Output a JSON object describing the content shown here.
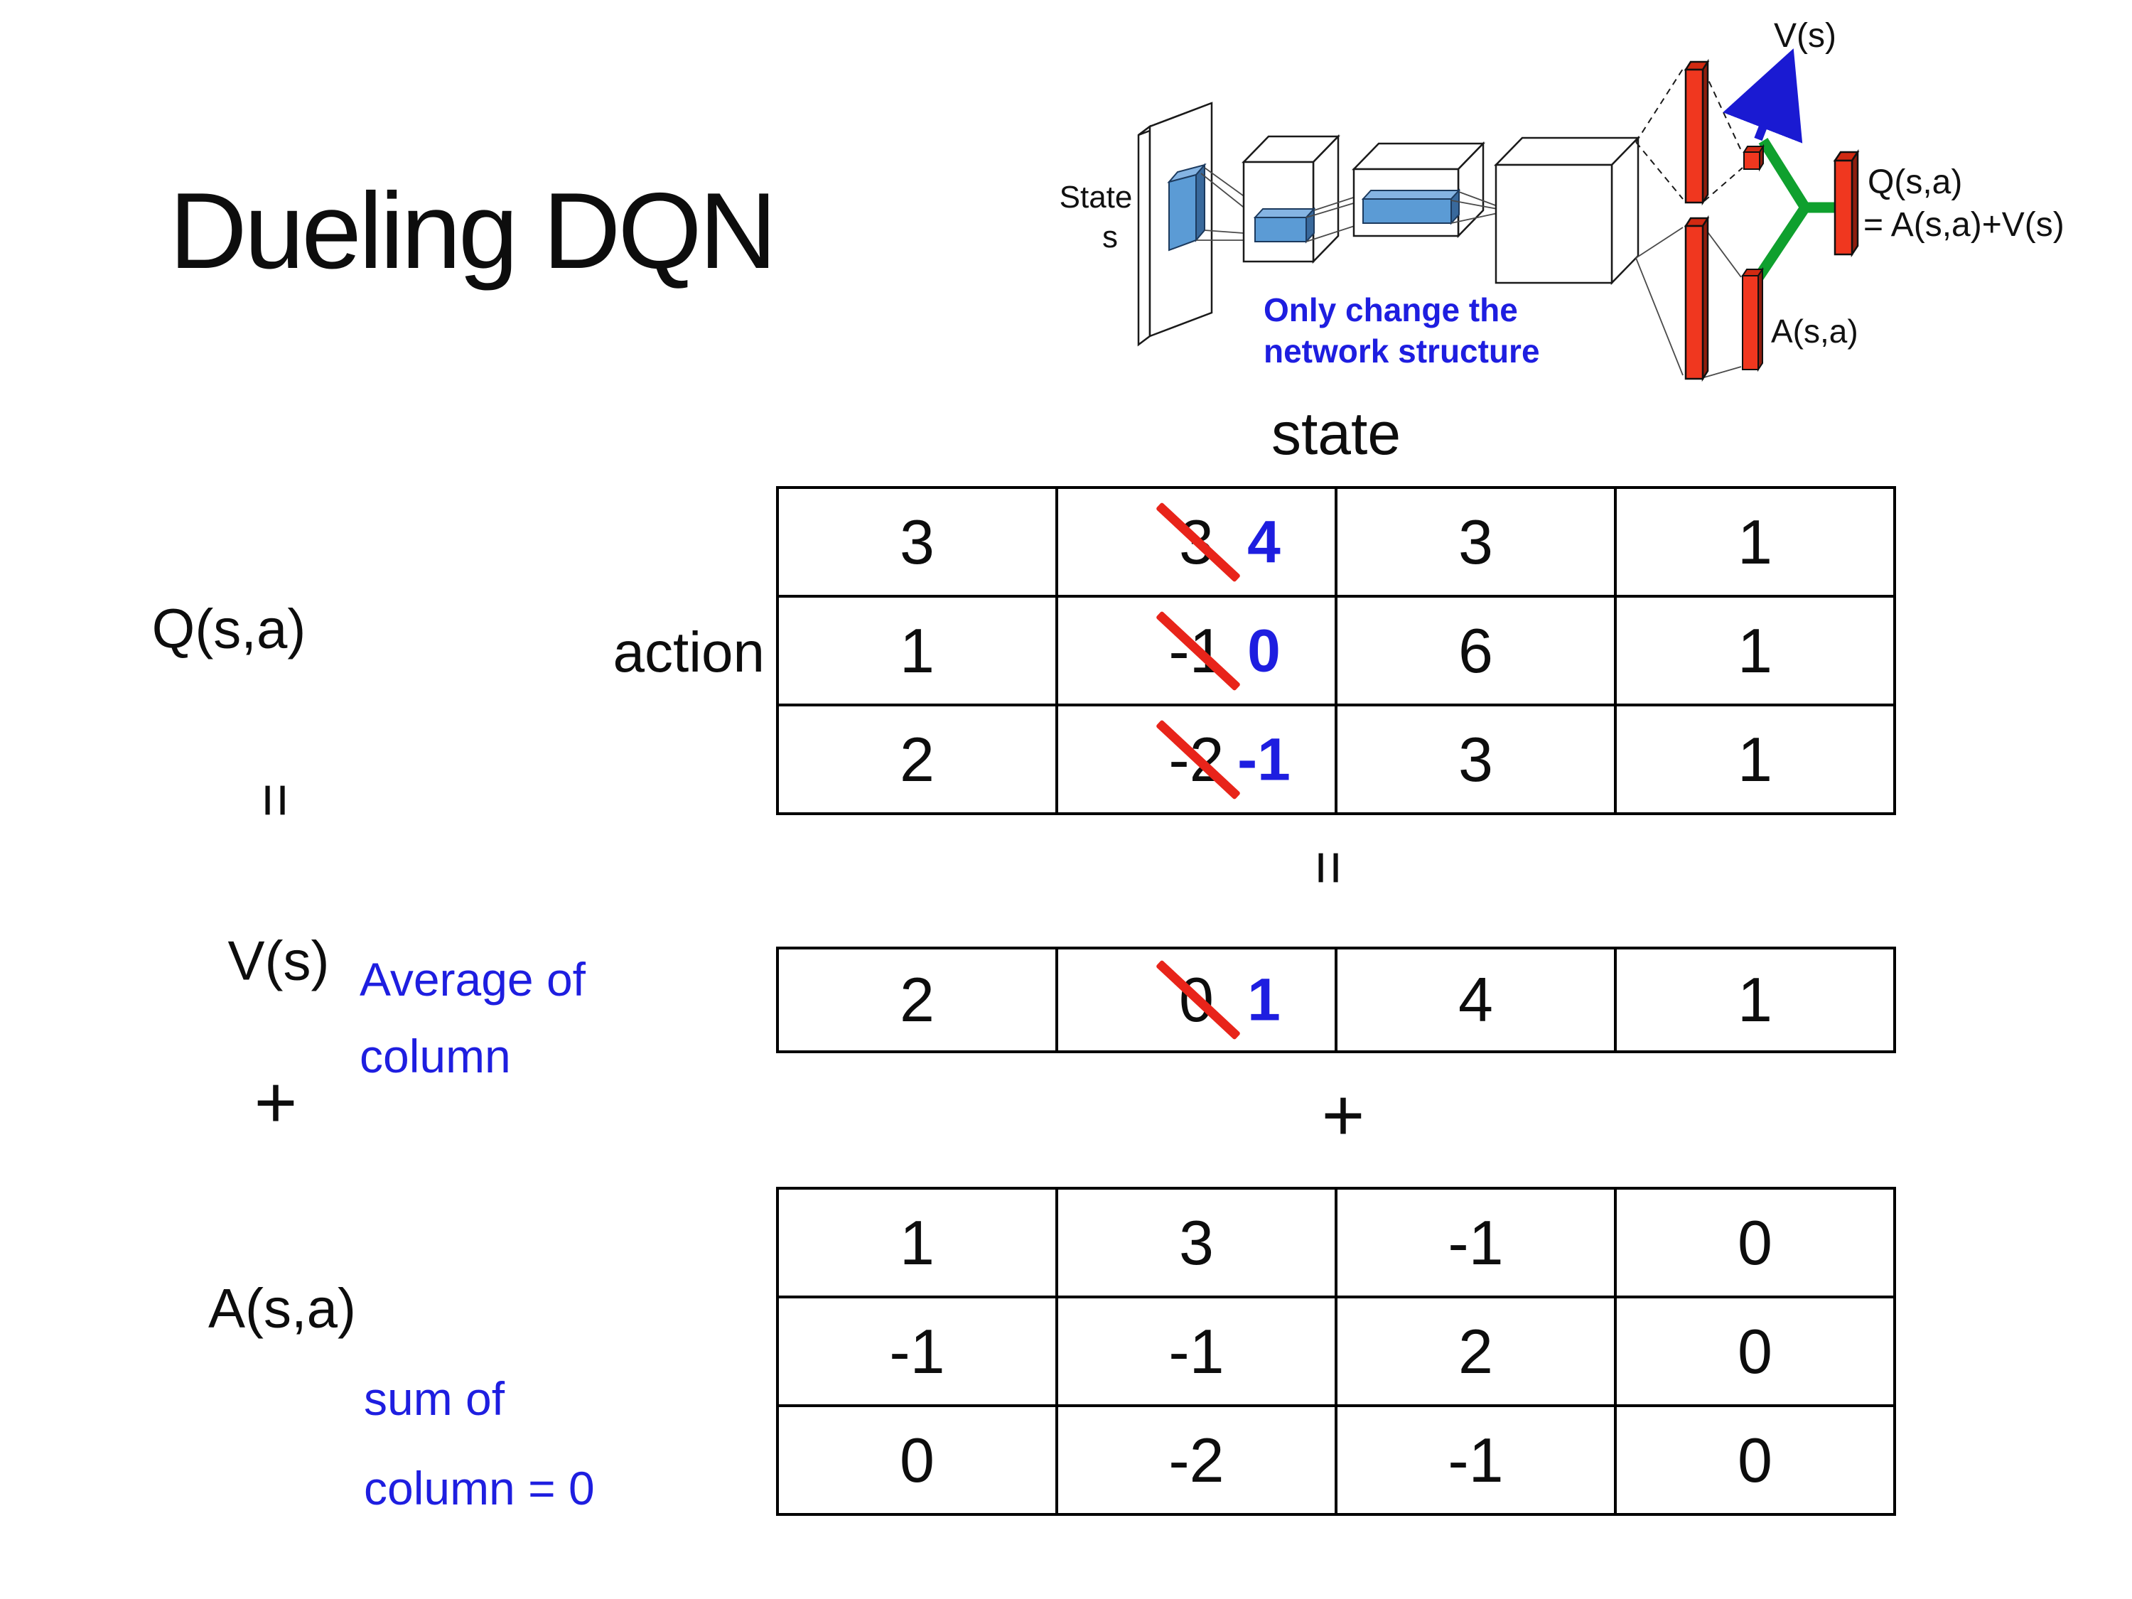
{
  "slide": {
    "title": "Dueling DQN"
  },
  "colors": {
    "annotation_blue": "#1e1ee0",
    "strike_red": "#e8241a",
    "bar_red": "#f0371f",
    "link_green": "#0fa02e",
    "conv_blue": "#5b9bd5",
    "arrow_blue": "#1a1ad2"
  },
  "diagram": {
    "state_label": {
      "line1": "State",
      "line2": "s"
    },
    "note": {
      "line1": "Only change the",
      "line2": "network structure"
    },
    "v_output_label": "V(s)",
    "a_output_label": "A(s,a)",
    "q_output_label": {
      "line1": "Q(s,a)",
      "line2": "= A(s,a)+V(s)"
    }
  },
  "decomposition": {
    "q_label": "Q(s,a)",
    "equals_left": "=",
    "v_label": "V(s)",
    "plus_left": "+",
    "a_label": "A(s,a)",
    "avg_note": {
      "line1": "Average of",
      "line2": "column"
    },
    "sum_note": {
      "line1": "sum of",
      "line2": "column = 0"
    },
    "state_axis": "state",
    "action_axis": "action",
    "equals_mid": "=",
    "plus_mid": "+"
  },
  "q_table": {
    "rows": [
      [
        {
          "value": "3"
        },
        {
          "old": "3",
          "new": "4"
        },
        {
          "value": "3"
        },
        {
          "value": "1"
        }
      ],
      [
        {
          "value": "1"
        },
        {
          "old": "-1",
          "new": "0"
        },
        {
          "value": "6"
        },
        {
          "value": "1"
        }
      ],
      [
        {
          "value": "2"
        },
        {
          "old": "-2",
          "new": "-1"
        },
        {
          "value": "3"
        },
        {
          "value": "1"
        }
      ]
    ]
  },
  "v_table": {
    "rows": [
      [
        {
          "value": "2"
        },
        {
          "old": "0",
          "new": "1"
        },
        {
          "value": "4"
        },
        {
          "value": "1"
        }
      ]
    ]
  },
  "a_table": {
    "rows": [
      [
        {
          "value": "1"
        },
        {
          "value": "3"
        },
        {
          "value": "-1"
        },
        {
          "value": "0"
        }
      ],
      [
        {
          "value": "-1"
        },
        {
          "value": "-1"
        },
        {
          "value": "2"
        },
        {
          "value": "0"
        }
      ],
      [
        {
          "value": "0"
        },
        {
          "value": "-2"
        },
        {
          "value": "-1"
        },
        {
          "value": "0"
        }
      ]
    ]
  }
}
